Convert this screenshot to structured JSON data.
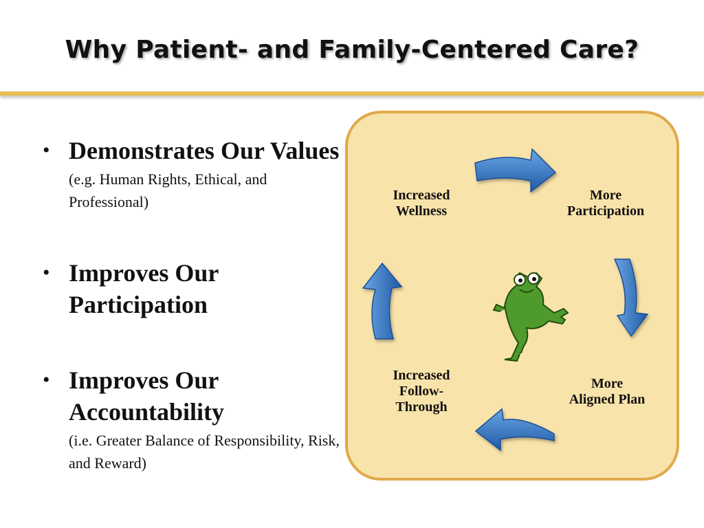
{
  "title": "Why Patient- and Family-Centered Care?",
  "bullets": [
    {
      "heading": "Demonstrates Our Values",
      "note": "(e.g. Human Rights, Ethical, and Professional)"
    },
    {
      "heading": "Improves Our Participation",
      "note": ""
    },
    {
      "heading": "Improves Our Accountability",
      "note": "(i.e. Greater Balance of Responsibility, Risk, and Reward)"
    }
  ],
  "cycle": {
    "increased_wellness": "Increased\nWellness",
    "more_participation": "More\nParticipation",
    "more_aligned_plan": "More\nAligned Plan",
    "increased_follow_through": "Increased\nFollow-\nThrough"
  },
  "colors": {
    "accent_rule": "#e6bf52",
    "panel_fill": "#f8e3aa",
    "panel_border": "#e0a94a",
    "arrow_blue": "#2f6db5",
    "frog_green": "#4f9a2c"
  },
  "icons": {
    "center": "frog-icon",
    "arrows": "curved-arrow-icon"
  }
}
